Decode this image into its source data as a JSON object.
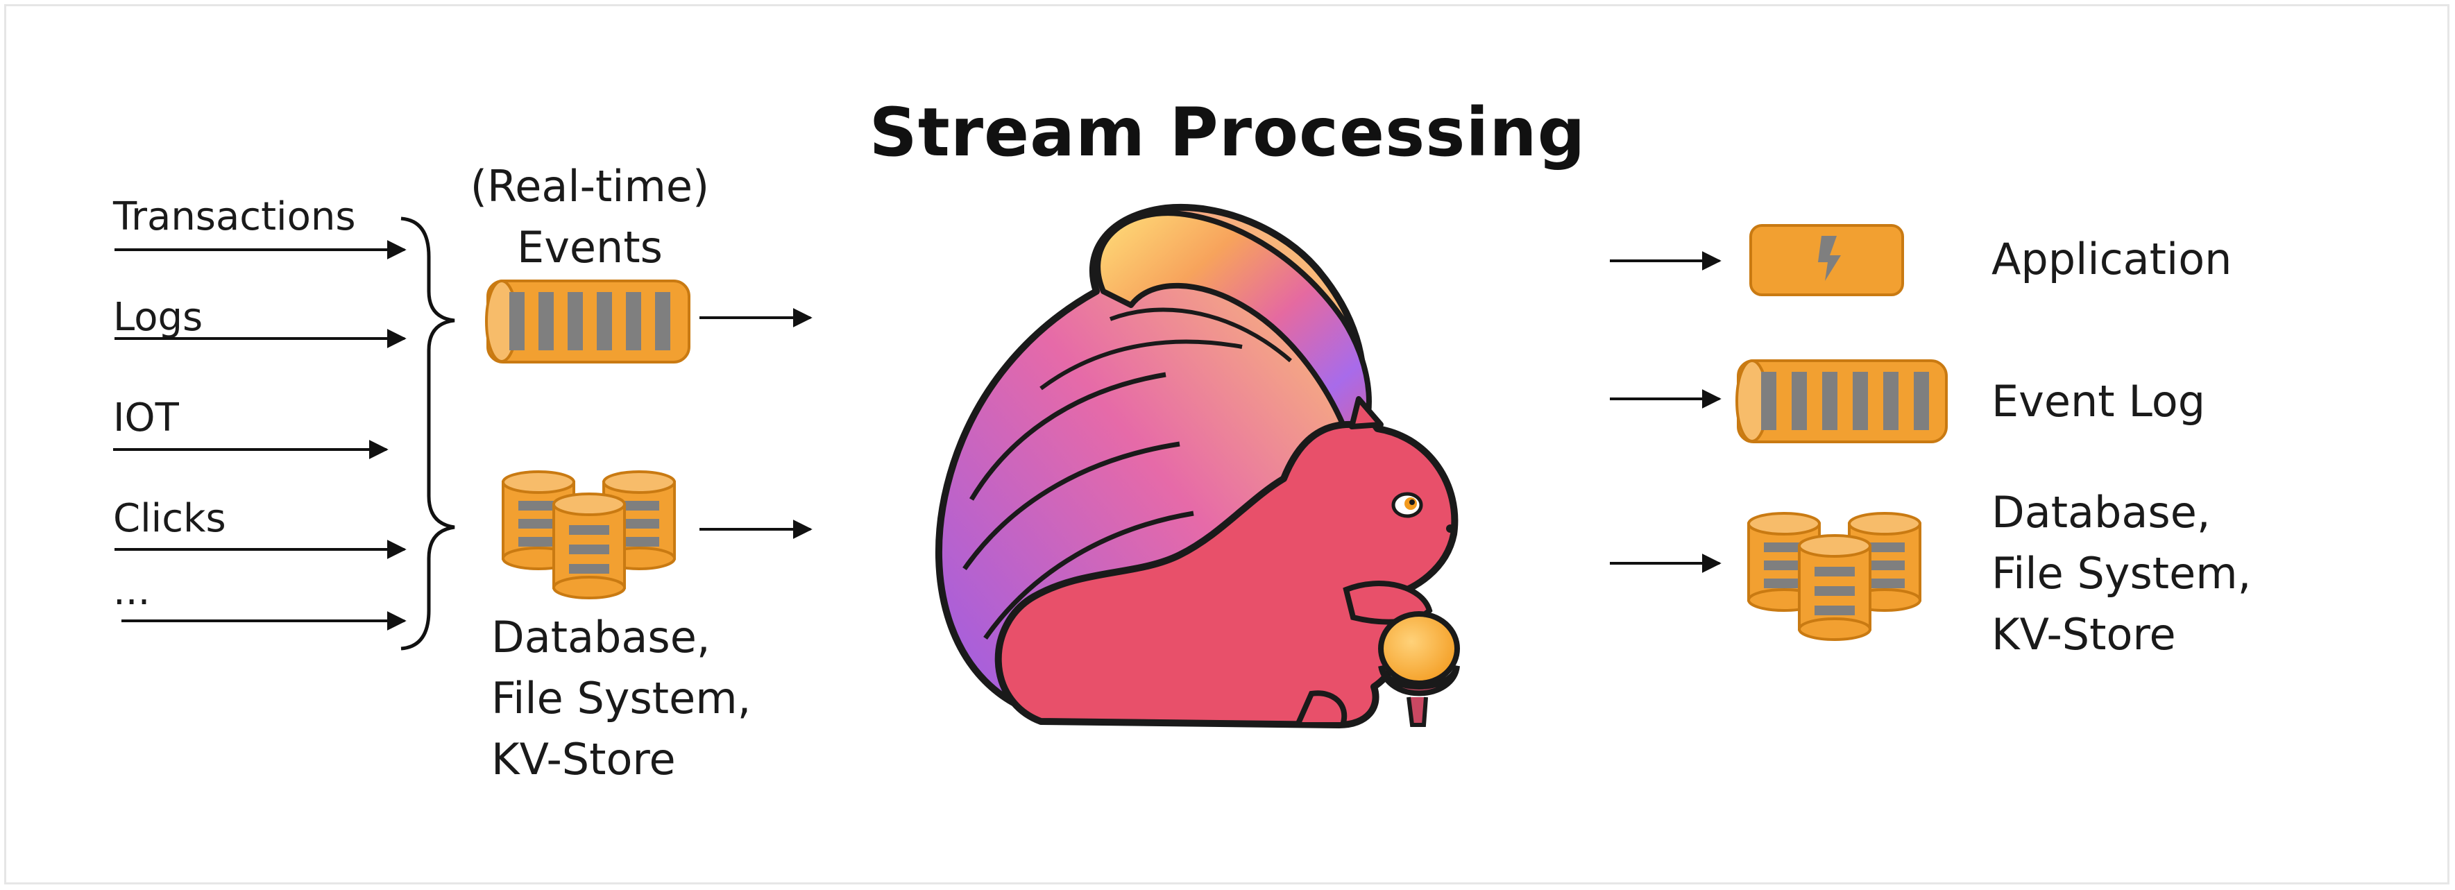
{
  "title": "Stream Processing",
  "sources": [
    "Transactions",
    "Logs",
    "IOT",
    "Clicks",
    "..."
  ],
  "inputs": {
    "events_label_line1": "(Real-time)",
    "events_label_line2": "Events",
    "storage_label_lines": [
      "Database,",
      "File System,",
      "KV-Store"
    ]
  },
  "outputs": {
    "application_label": "Application",
    "event_log_label": "Event Log",
    "storage_label_lines": [
      "Database,",
      "File System,",
      "KV-Store"
    ]
  },
  "colors": {
    "icon_fill": "#F2A031",
    "icon_stroke": "#C97A12",
    "icon_bar": "#7f7f7f",
    "squirrel_body": "#E8506A",
    "acorn": "#F5A623"
  },
  "icons": {
    "event_queue": "event-queue-icon",
    "storage": "database-cylinders-icon",
    "application": "lightning-app-icon",
    "mascot": "squirrel-mascot-icon"
  }
}
